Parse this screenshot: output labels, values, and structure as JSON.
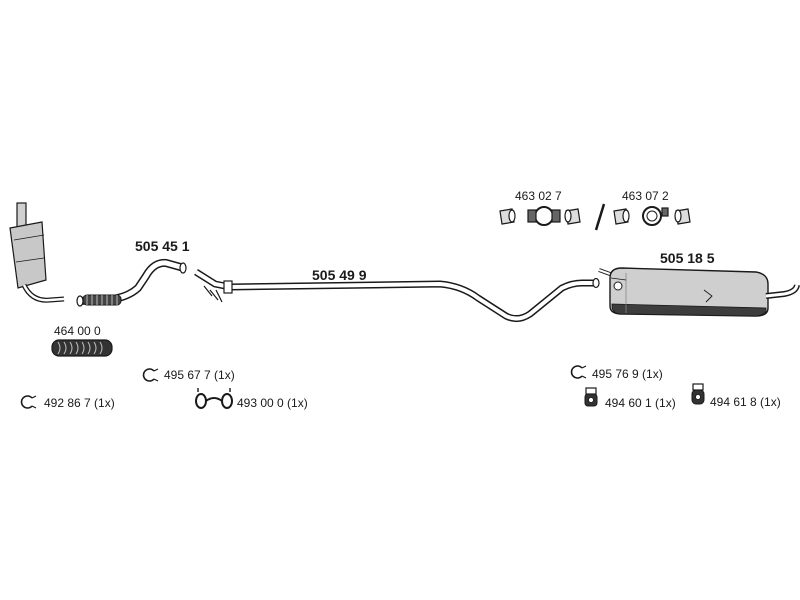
{
  "parts": {
    "main": {
      "catalytic_front_pipe": "505 45 1",
      "middle_pipe": "505 49 9",
      "rear_silencer": "505 18 5",
      "flex_hose": "464 00 0"
    },
    "kits": {
      "kit_left": "463 02 7",
      "kit_right": "463 07 2",
      "separator": "/"
    },
    "small": {
      "clamp_a": "492 86 7 (1x)",
      "clamp_b": "495 67 7 (1x)",
      "gasket": "493 00 0 (1x)",
      "clamp_c": "495 76 9 (1x)",
      "rubber_mount_a": "494 60 1 (1x)",
      "rubber_mount_b": "494 61 8 (1x)"
    }
  },
  "colors": {
    "line": "#1a1a1a",
    "fill_gray": "#c8c8c8",
    "fill_dark": "#555555"
  }
}
